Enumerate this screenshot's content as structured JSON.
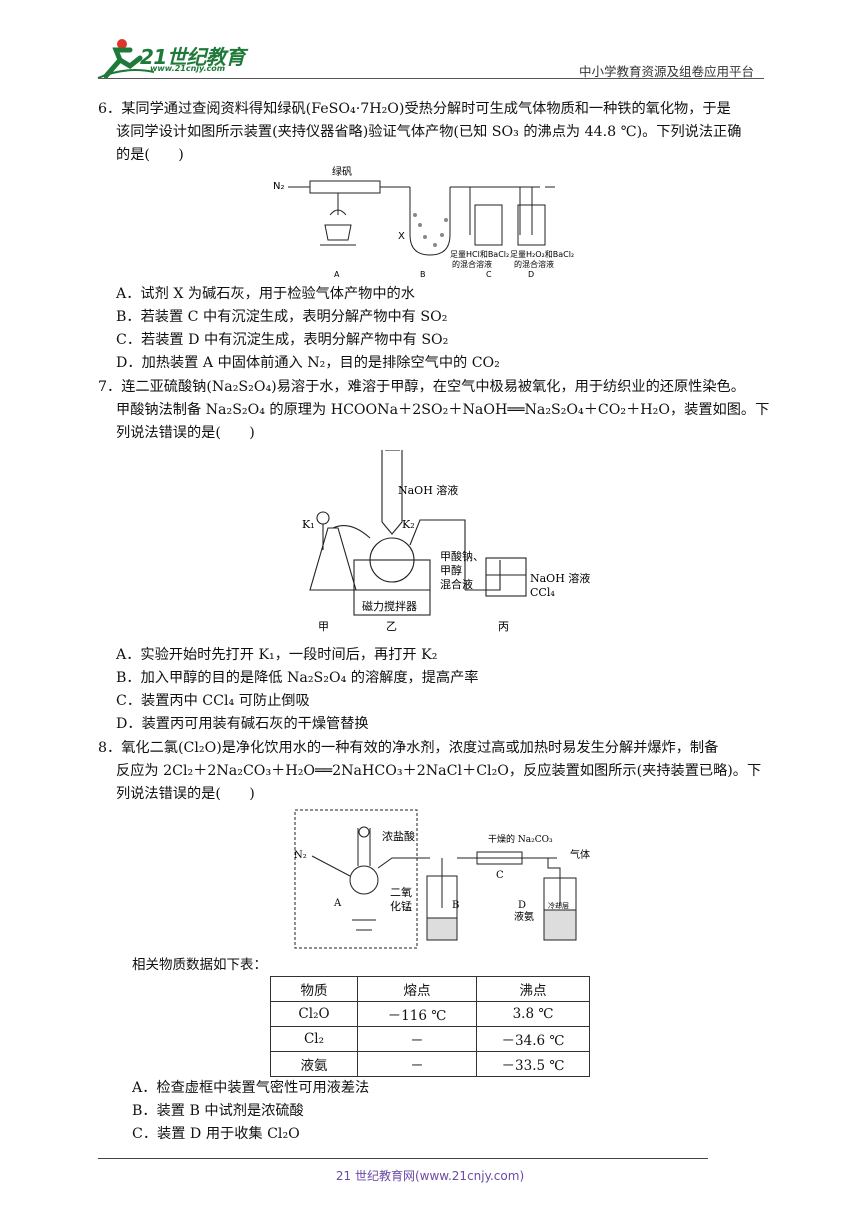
{
  "header": {
    "logo_text": "21世纪教育",
    "logo_url": "www.21cnjy.com",
    "platform": "中小学教育资源及组卷应用平台"
  },
  "q6": {
    "l1": "6．某同学通过查阅资料得知绿矾(FeSO₄·7H₂O)受热分解时可生成气体物质和一种铁的氧化物，于是",
    "l2": "该同学设计如图所示装置(夹持仪器省略)验证气体产物(已知 SO₃ 的沸点为 44.8 ℃)。下列说法正确",
    "l3": "的是(　　)",
    "fig": {
      "n2": "N₂",
      "lvfan": "绿矾",
      "x": "X",
      "c_label1": "足量HCl和BaCl₂",
      "c_label2": "的混合溶液",
      "d_label1": "足量H₂O₂和BaCl₂",
      "d_label2": "的混合溶液",
      "a": "A",
      "b": "B",
      "c": "C",
      "d": "D"
    },
    "A": "A．试剂 X 为碱石灰，用于检验气体产物中的水",
    "B": "B．若装置 C 中有沉淀生成，表明分解产物中有 SO₂",
    "C": "C．若装置 D 中有沉淀生成，表明分解产物中有 SO₂",
    "D": "D．加热装置 A 中固体前通入 N₂，目的是排除空气中的 CO₂"
  },
  "q7": {
    "l1": "7．连二亚硫酸钠(Na₂S₂O₄)易溶于水，难溶于甲醇，在空气中极易被氧化，用于纺织业的还原性染色。",
    "l2": "甲酸钠法制备 Na₂S₂O₄ 的原理为 HCOONa＋2SO₂＋NaOH══Na₂S₂O₄＋CO₂＋H₂O，装置如图。下",
    "l3": "列说法错误的是(　　)",
    "fig": {
      "naoh": "NaOH 溶液",
      "k1": "K₁",
      "k2": "K₂",
      "mix1": "甲酸钠、",
      "mix2": "甲醇",
      "mix3": "混合液",
      "stirrer": "磁力搅拌器",
      "naoh2": "NaOH 溶液",
      "ccl4": "CCl₄",
      "jia": "甲",
      "yi": "乙",
      "bing": "丙"
    },
    "A": "A．实验开始时先打开 K₁，一段时间后，再打开 K₂",
    "B": "B．加入甲醇的目的是降低 Na₂S₂O₄ 的溶解度，提高产率",
    "C": "C．装置丙中 CCl₄ 可防止倒吸",
    "D": "D．装置丙可用装有碱石灰的干燥管替换"
  },
  "q8": {
    "l1": "8．氧化二氯(Cl₂O)是净化饮用水的一种有效的净水剂，浓度过高或加热时易发生分解并爆炸，制备",
    "l2": "反应为 2Cl₂＋2Na₂CO₃＋H₂O══2NaHCO₃＋2NaCl＋Cl₂O，反应装置如图所示(夹持装置已略)。下",
    "l3": "列说法错误的是(　　)",
    "fig": {
      "n2": "N₂",
      "hcl": "浓盐酸",
      "mno2_1": "二氧",
      "mno2_2": "化锰",
      "a": "A",
      "b": "B",
      "c": "C",
      "dry": "干燥的 Na₂CO₃",
      "gas": "气体",
      "d": "D",
      "nh3": "液氨",
      "cold": "冷却层"
    },
    "table_intro": "相关物质数据如下表：",
    "table": {
      "headers": [
        "物质",
        "熔点",
        "沸点"
      ],
      "rows": [
        [
          "Cl₂O",
          "－116 ℃",
          "3.8 ℃"
        ],
        [
          "Cl₂",
          "－",
          "－34.6 ℃"
        ],
        [
          "液氨",
          "－",
          "－33.5 ℃"
        ]
      ]
    },
    "A": "A．检查虚框中装置气密性可用液差法",
    "B": "B．装置 B 中试剂是浓硫酸",
    "C": "C．装置 D 用于收集 Cl₂O"
  },
  "footer": "21 世纪教育网(www.21cnjy.com)"
}
